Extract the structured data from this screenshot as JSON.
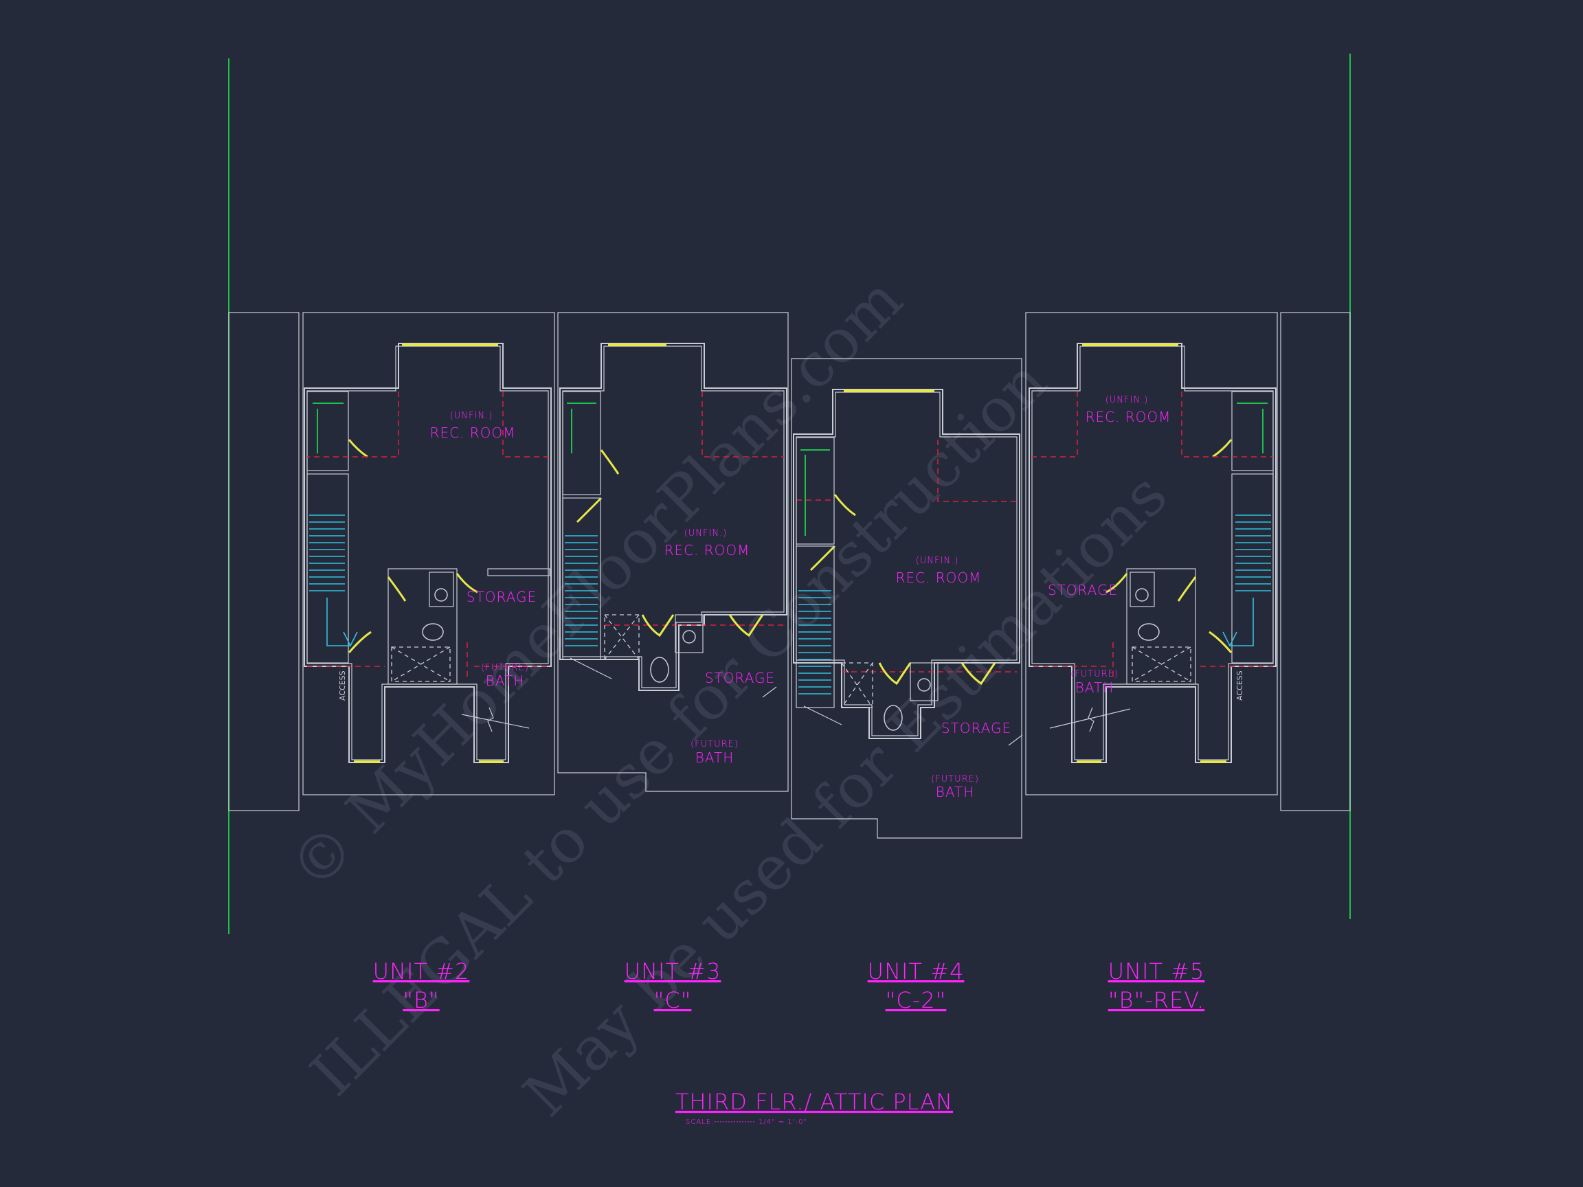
{
  "drawing": {
    "title": "THIRD FLR./ ATTIC PLAN",
    "scale_label": "SCALE:",
    "scale_value": "1/4\" = 1'-0\""
  },
  "watermark": {
    "line1": "© MyHomeFloorPlans.com",
    "line2": "ILLEGAL to use for Construction",
    "line3": "May be used for Estimations"
  },
  "units": [
    {
      "name": "UNIT #2",
      "type": "\"B\"",
      "rooms": {
        "unfin": "(UNFIN.)",
        "rec": "REC. ROOM",
        "storage": "STORAGE",
        "future": "(FUTURE)",
        "bath": "BATH",
        "access": "ACCESS"
      }
    },
    {
      "name": "UNIT #3",
      "type": "\"C\"",
      "rooms": {
        "unfin": "(UNFIN.)",
        "rec": "REC. ROOM",
        "storage": "STORAGE",
        "future": "(FUTURE)",
        "bath": "BATH"
      }
    },
    {
      "name": "UNIT #4",
      "type": "\"C-2\"",
      "rooms": {
        "unfin": "(UNFIN.)",
        "rec": "REC. ROOM",
        "storage": "STORAGE",
        "future": "(FUTURE)",
        "bath": "BATH"
      }
    },
    {
      "name": "UNIT #5",
      "type": "\"B\"-REV.",
      "rooms": {
        "unfin": "(UNFIN.)",
        "rec": "REC. ROOM",
        "storage": "STORAGE",
        "future": "(FUTURE)",
        "bath": "BATH",
        "access": "ACCESS"
      }
    }
  ],
  "colors": {
    "background": "#252a3a",
    "labels": "#ff24ff",
    "walls": "#c9cdd6",
    "doors_windows": "#e8e84a",
    "stairs": "#33c1e0",
    "property_lines": "#1fc04a",
    "hidden_lines": "#e01e3c"
  }
}
